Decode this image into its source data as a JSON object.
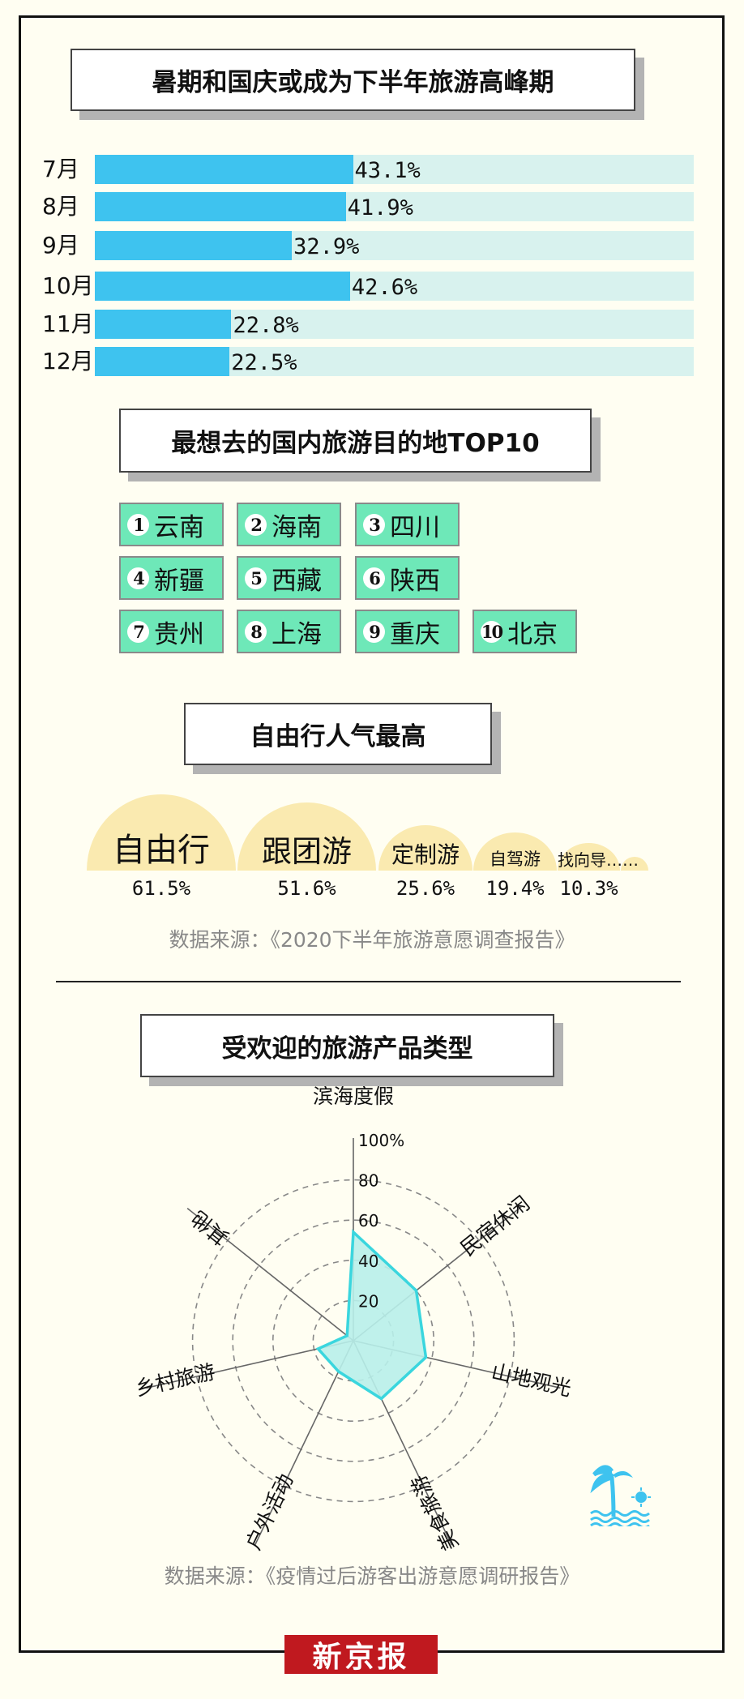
{
  "section1": {
    "title": "暑期和国庆或成为下半年旅游高峰期",
    "rows": [
      {
        "month": "7月",
        "value": 43.1,
        "label": "43.1%"
      },
      {
        "month": "8月",
        "value": 41.9,
        "label": "41.9%"
      },
      {
        "month": "9月",
        "value": 32.9,
        "label": "32.9%"
      },
      {
        "month": "10月",
        "value": 42.6,
        "label": "42.6%"
      },
      {
        "month": "11月",
        "value": 22.8,
        "label": "22.8%"
      },
      {
        "month": "12月",
        "value": 22.5,
        "label": "22.5%"
      }
    ]
  },
  "section2": {
    "title": "最想去的国内旅游目的地TOP10",
    "items": [
      {
        "rank": "1",
        "name": "云南"
      },
      {
        "rank": "2",
        "name": "海南"
      },
      {
        "rank": "3",
        "name": "四川"
      },
      {
        "rank": "4",
        "name": "新疆"
      },
      {
        "rank": "5",
        "name": "西藏"
      },
      {
        "rank": "6",
        "name": "陕西"
      },
      {
        "rank": "7",
        "name": "贵州"
      },
      {
        "rank": "8",
        "name": "上海"
      },
      {
        "rank": "9",
        "name": "重庆"
      },
      {
        "rank": "10",
        "name": "北京"
      }
    ]
  },
  "section3": {
    "title": "自由行人气最高",
    "items": [
      {
        "name": "自由行",
        "value": 61.5,
        "label": "61.5%"
      },
      {
        "name": "跟团游",
        "value": 51.6,
        "label": "51.6%"
      },
      {
        "name": "定制游",
        "value": 25.6,
        "label": "25.6%"
      },
      {
        "name": "自驾游",
        "value": 19.4,
        "label": "19.4%"
      },
      {
        "name": "找向导……",
        "value": 10.3,
        "label": "10.3%"
      }
    ],
    "source": "数据来源：《2020下半年旅游意愿调查报告》"
  },
  "section4": {
    "title": "受欢迎的旅游产品类型",
    "source": "数据来源：《疫情过后游客出游意愿调研报告》"
  },
  "chart_data": {
    "type": "radar",
    "title": "受欢迎的旅游产品类型",
    "categories": [
      "滨海度假",
      "民宿休闲",
      "山地观光",
      "美食旅游",
      "户外活动",
      "乡村旅游",
      "其他"
    ],
    "values": [
      54,
      40,
      37,
      32,
      17,
      18,
      4
    ],
    "ticks": [
      "20",
      "40",
      "60",
      "80",
      "100%"
    ],
    "range": [
      0,
      100
    ],
    "grid": true
  },
  "logo": "新京报",
  "colors": {
    "bar": "#3ec3ef",
    "track": "#d8f2ee",
    "dest": "#6ee8b8",
    "dome": "#faeab0",
    "radar_fill": "#b8f0ea",
    "radar_stroke": "#3ad6de",
    "logo_bg": "#c0191f"
  }
}
